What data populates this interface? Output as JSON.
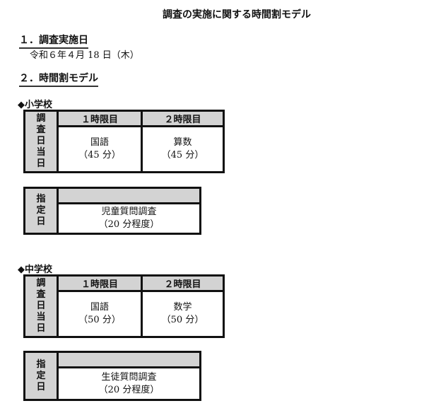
{
  "title": "調査の実施に関する時間割モデル",
  "section1": {
    "heading": "１．調査実施日",
    "date": "令和６年４月 18 日（木）"
  },
  "section2": {
    "heading": "２．時間割モデル"
  },
  "elementary": {
    "label": "◆小学校",
    "day_label": [
      "調",
      "査",
      "日",
      "当",
      "日"
    ],
    "periods": [
      {
        "header": "１時限目",
        "subject": "国語",
        "duration": "（45 分）"
      },
      {
        "header": "２時限目",
        "subject": "算数",
        "duration": "（45 分）"
      }
    ],
    "designated_label": [
      "指",
      "定",
      "日"
    ],
    "designated": {
      "subject": "児童質問調査",
      "duration": "（20 分程度）"
    }
  },
  "junior_high": {
    "label": "◆中学校",
    "day_label": [
      "調",
      "査",
      "日",
      "当",
      "日"
    ],
    "periods": [
      {
        "header": "１時限目",
        "subject": "国語",
        "duration": "（50 分）"
      },
      {
        "header": "２時限目",
        "subject": "数学",
        "duration": "（50 分）"
      }
    ],
    "designated_label": [
      "指",
      "定",
      "日"
    ],
    "designated": {
      "subject": "生徒質問調査",
      "duration": "（20 分程度）"
    }
  }
}
